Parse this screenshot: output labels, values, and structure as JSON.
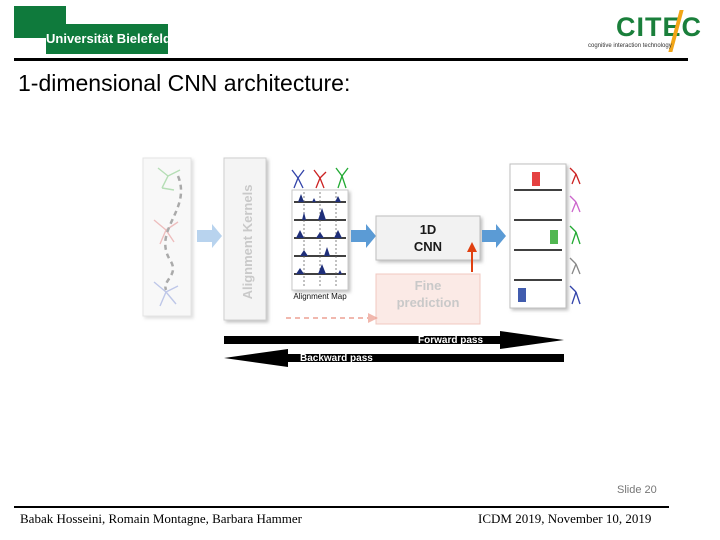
{
  "header": {
    "university_logo_text": "Universität Bielefeld",
    "citec_logo_text": "CITEC",
    "citec_tagline": "cognitive interaction technology"
  },
  "slide": {
    "title": "1-dimensional CNN architecture:",
    "slide_number": "Slide 20"
  },
  "figure": {
    "alignment_kernels_label": "Alignment Kernels",
    "alignment_map_label": "Alignment Map",
    "cnn_label_line1": "1D",
    "cnn_label_line2": "CNN",
    "fine_prediction_line1": "Fine",
    "fine_prediction_line2": "prediction",
    "forward_pass_label": "Forward pass",
    "backward_pass_label": "Backward pass"
  },
  "footer": {
    "authors": "Babak Hosseini, Romain Montagne, Barbara Hammer",
    "conference": "ICDM 2019, November 10, 2019"
  },
  "colors": {
    "uni_green": "#0f7a3c",
    "citec_green": "#1a7f3b",
    "citec_orange": "#f2a516",
    "arrow_blue": "#5b9bd5",
    "peak_navy": "#1f2f7a",
    "fine_red": "#e04010"
  }
}
